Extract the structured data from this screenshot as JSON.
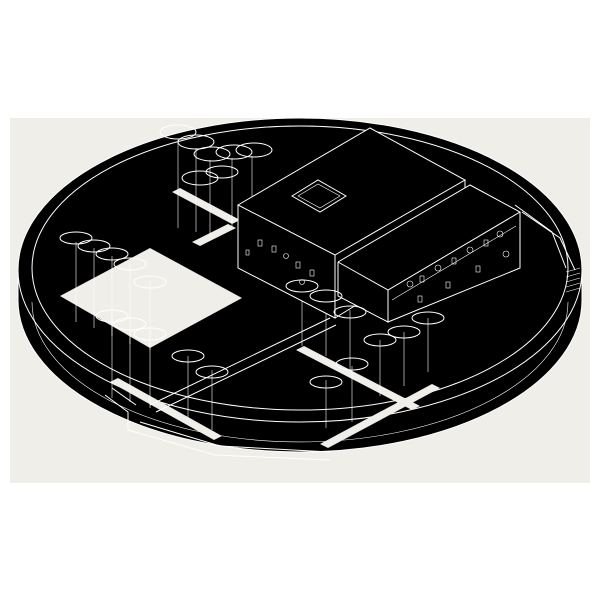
{
  "colors": {
    "paper": "#efeee9",
    "ink": "#000000",
    "line": "#ffffff",
    "frame": "#ffffff"
  },
  "drawing": {
    "type": "isometric-site-plan",
    "elements": [
      "circular-platform",
      "main-building",
      "courtyard-opening",
      "annex-wing",
      "open-square",
      "pine-tree-groves",
      "walkway-paths",
      "perimeter-ramps"
    ]
  }
}
